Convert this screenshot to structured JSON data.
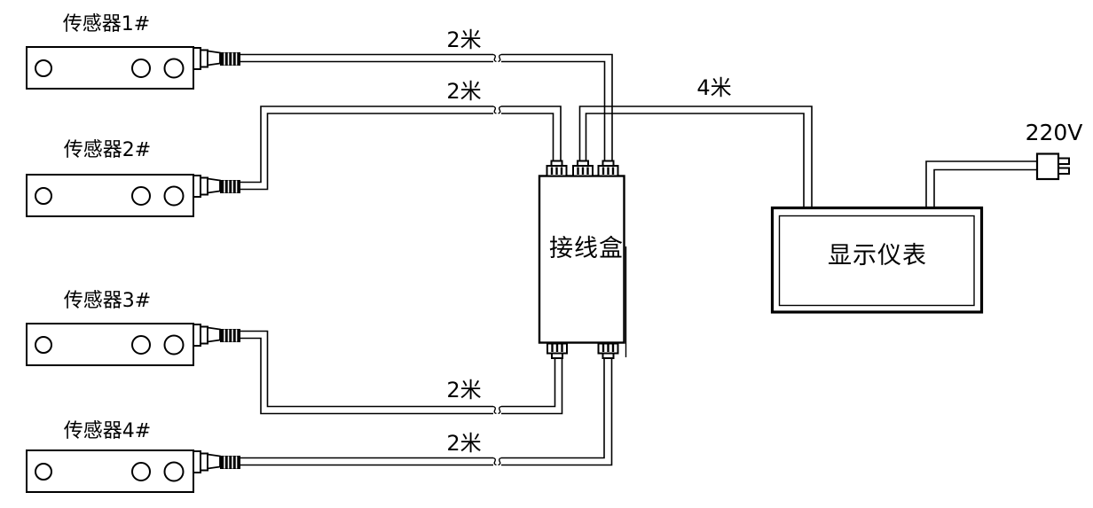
{
  "diagram": {
    "sensors": [
      {
        "label": "传感器1#",
        "cable_length": "2米"
      },
      {
        "label": "传感器2#",
        "cable_length": "2米"
      },
      {
        "label": "传感器3#",
        "cable_length": "2米"
      },
      {
        "label": "传感器4#",
        "cable_length": "2米"
      }
    ],
    "junction_box": {
      "label": "接线盒"
    },
    "display_instrument": {
      "label": "显示仪表",
      "cable_length": "4米"
    },
    "power": {
      "label": "220V"
    },
    "colors": {
      "line": "#000000",
      "background": "#ffffff"
    }
  }
}
